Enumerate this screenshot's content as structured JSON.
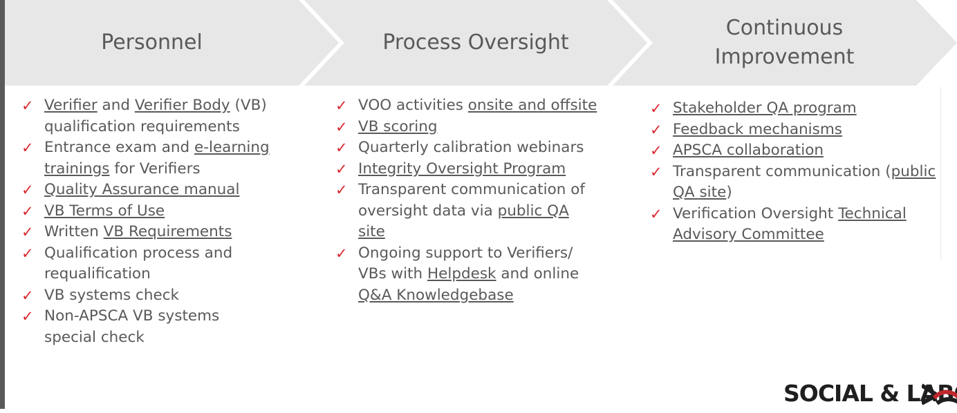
{
  "chevrons": [
    {
      "label": "Personnel"
    },
    {
      "label": "Process Oversight"
    },
    {
      "label": "Continuous Improvement",
      "line1": "Continuous",
      "line2": "Improvement"
    }
  ],
  "columns": {
    "personnel": [
      [
        {
          "t": "Verifier",
          "link": true
        },
        {
          "t": " and "
        },
        {
          "t": "Verifier Body",
          "link": true
        },
        {
          "t": " (VB) qualification requirements"
        }
      ],
      [
        {
          "t": "Entrance exam and "
        },
        {
          "t": "e-learning trainings",
          "link": true
        },
        {
          "t": " for Verifiers"
        }
      ],
      [
        {
          "t": "Quality Assurance manual",
          "link": true
        }
      ],
      [
        {
          "t": "VB Terms of Use",
          "link": true
        }
      ],
      [
        {
          "t": "Written "
        },
        {
          "t": "VB Requirements",
          "link": true
        }
      ],
      [
        {
          "t": "Qualification process and requalification"
        }
      ],
      [
        {
          "t": "VB systems check"
        }
      ],
      [
        {
          "t": "Non-APSCA VB systems special check"
        }
      ]
    ],
    "process_oversight": [
      [
        {
          "t": "VOO activities "
        },
        {
          "t": "onsite and offsite",
          "link": true
        }
      ],
      [
        {
          "t": "VB scoring",
          "link": true
        }
      ],
      [
        {
          "t": "Quarterly calibration webinars"
        }
      ],
      [
        {
          "t": "Integrity Oversight Program",
          "link": true
        }
      ],
      [
        {
          "t": "Transparent communication of oversight data via "
        },
        {
          "t": "public QA site",
          "link": true
        }
      ],
      [
        {
          "t": "Ongoing support to Verifiers/ VBs with "
        },
        {
          "t": "Helpdesk",
          "link": true
        },
        {
          "t": " and online "
        },
        {
          "t": "Q&A Knowledgebase",
          "link": true
        }
      ]
    ],
    "continuous_improvement": [
      [
        {
          "t": "Stakeholder QA program",
          "link": true
        }
      ],
      [
        {
          "t": "Feedback mechanisms",
          "link": true
        }
      ],
      [
        {
          "t": "APSCA collaboration",
          "link": true
        }
      ],
      [
        {
          "t": "Transparent communication ("
        },
        {
          "t": "public QA site",
          "link": true
        },
        {
          "t": ")"
        }
      ],
      [
        {
          "t": "Verification Oversight "
        },
        {
          "t": "Technical Advisory Committee",
          "link": true
        }
      ]
    ]
  },
  "check_glyph": "✓",
  "logo": {
    "text": "SOCIAL & LABOR"
  },
  "colors": {
    "chevron_fill": "#e7e7e7",
    "check": "#d9262c",
    "text": "#595959",
    "left_bar": "#595959"
  }
}
